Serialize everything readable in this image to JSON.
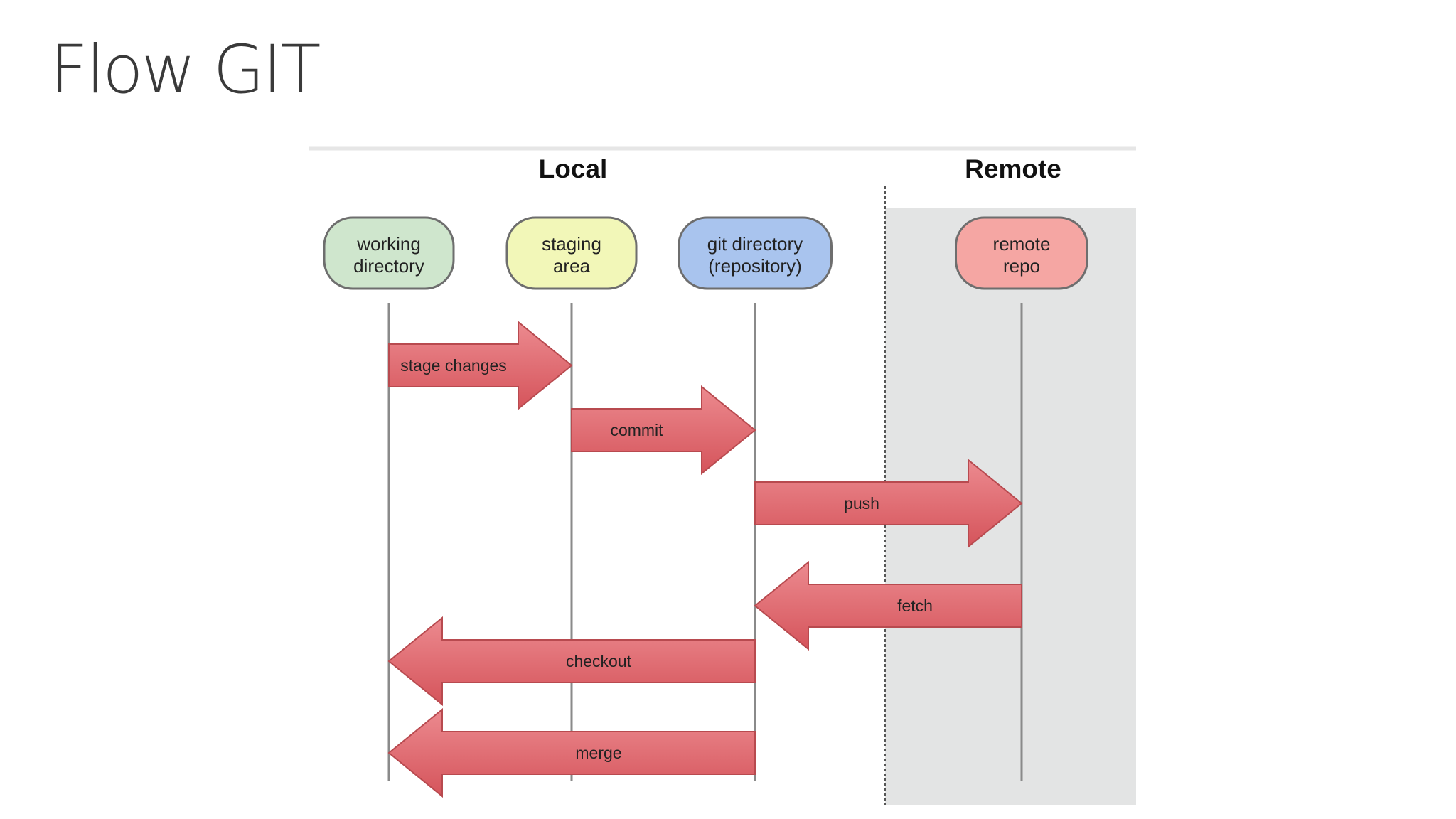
{
  "title": "Flow GIT",
  "sections": {
    "local": "Local",
    "remote": "Remote"
  },
  "nodes": [
    {
      "id": "working",
      "lines": [
        "working",
        "directory"
      ],
      "color": "#cfe6cd"
    },
    {
      "id": "staging",
      "lines": [
        "staging",
        "area"
      ],
      "color": "#f2f7b8"
    },
    {
      "id": "gitdir",
      "lines": [
        "git directory",
        "(repository)"
      ],
      "color": "#a9c4ee"
    },
    {
      "id": "remote",
      "lines": [
        "remote",
        "repo"
      ],
      "color": "#f5a6a3"
    }
  ],
  "arrows": [
    {
      "label": "stage changes",
      "from": "working",
      "to": "staging"
    },
    {
      "label": "commit",
      "from": "staging",
      "to": "gitdir"
    },
    {
      "label": "push",
      "from": "gitdir",
      "to": "remote"
    },
    {
      "label": "fetch",
      "from": "remote",
      "to": "gitdir"
    },
    {
      "label": "checkout",
      "from": "gitdir",
      "to": "working"
    },
    {
      "label": "merge",
      "from": "gitdir",
      "to": "working"
    }
  ],
  "colors": {
    "arrow_fill": "#e0646a",
    "arrow_stroke": "#b84a4f",
    "remote_zone": "#e3e4e4",
    "lifeline": "#8a8a8a",
    "node_stroke": "#6e6e6e"
  }
}
